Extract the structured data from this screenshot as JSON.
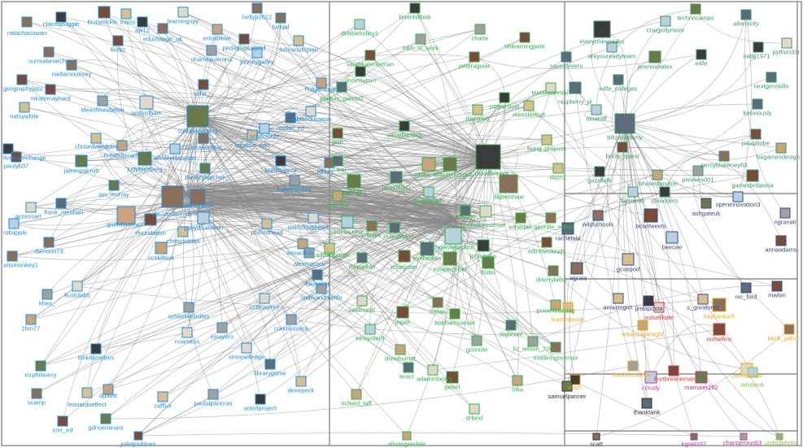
{
  "colors": {
    "edge": "#8a8a8a",
    "frame": "#777777",
    "blue": "#1e90e0",
    "green": "#2db34a",
    "teal": "#3a9a6a",
    "navy": "#3a4a8a",
    "orange": "#f0a820",
    "red": "#e03a3a",
    "magenta": "#c63a9a",
    "lime": "#8cc63f",
    "dark": "#333333"
  },
  "groups": {
    "blue": {
      "color": "#1e90e0",
      "nodes": [
        "natashacowan",
        "claireqduggie",
        "louisetickle",
        "insiss",
        "aw12",
        "eduvistage_uk",
        "learningspy",
        "6urbz",
        "surrealanarchy",
        "nadiamounsey",
        "ericablove",
        "pedagogicalped",
        "hellyp2012",
        "tariqal",
        "humanutopian",
        "sharonaverona",
        "johnnygailey",
        "geographyjazz",
        "mkatemaynard",
        "ideasfoundation",
        "ianfordham",
        "natsywhite",
        "suha__",
        "hollydonagh",
        "cubitteducation",
        "restart_ed",
        "culturelearning",
        "educationfest",
        "schoolsnet",
        "creative_edu",
        "chrisedwardses",
        "firestarterarts",
        "wholeeducation",
        "livelearnchange",
        "paulyb37",
        "jamespdcroft",
        "judyfriedberg",
        "thelazyteacher",
        "breslingerry",
        "tdbury",
        "ian_murray",
        "kateandrews",
        "davidmiller_uk",
        "atemyschl",
        "accessart",
        "frank_meehan",
        "guardianteach",
        "rfoundation",
        "gabydisandolo",
        "chrispadden",
        "philredhead",
        "patricloughead",
        "robapple",
        "rbenson73",
        "ccskillsuk",
        "artsmonkey1",
        "annaclark",
        "alexmocork",
        "lukewest",
        "sparkandmettle",
        "ccblueprint",
        "kustolabs",
        "khes_",
        "zhm77",
        "schoolwebsites",
        "ejsayers",
        "noamkos",
        "conorcusack",
        "simonelledge",
        "timkilometres",
        "mrphilavery",
        "librarygame",
        "deeepeck",
        "scamp",
        "leonardoeffect",
        "dpavitt",
        "cafflux",
        "paulstpancras",
        "astellproject",
        "cmr_ed",
        "gdnseminars",
        "jolietjonblues"
      ]
    },
    "green": {
      "color": "#2db34a",
      "nodes": [
        "bremhillbob",
        "debbieholley1",
        "mkh_at_work",
        "charte",
        "hhlearningpete",
        "sarahkatenorman",
        "peteraguiar",
        "drmmtatom",
        "joaquin_garcia2",
        "patparslow",
        "meesterkurt",
        "tristanashman",
        "manjee8",
        "jash",
        "stevebartonit",
        "fixing_projects",
        "icar",
        "mpknight",
        "tonyparkin",
        "adobe",
        "deputymitchell",
        "moodlemoot",
        "dajbelshaw",
        "dazn1",
        "josepicardo",
        "vjsawyer",
        "chrisgr",
        "sophiebessemer",
        "asherjac",
        "geordie_online",
        "jamesrcross",
        "fboss",
        "maestrolus",
        "adriancamm",
        "creativeducator",
        "johnmayo",
        "edintheclouds",
        "msparkan",
        "ictregister",
        "eyebeams",
        "eylanezekiel",
        "lisibo",
        "drterrylamb",
        "cosmocat",
        "joga5",
        "tricias",
        "bobharrisonset",
        "dajbconf",
        "kempsterd",
        "gconole",
        "liz_wilson_220",
        "moderngovernor",
        "drewburrett",
        "tesict",
        "adammcevoy",
        "petert",
        "trilia",
        "richard_taff",
        "drbexl",
        "alisongeedale",
        "powerlearning"
      ]
    },
    "teal": {
      "color": "#3a9a6a",
      "nodes": [
        "technocamps",
        "alternicity",
        "craigjollymore",
        "everyonespeaks",
        "areyoureadyteam",
        "savecareers",
        "jeremiahalex",
        "e4fe",
        "python33r",
        "natlg1971",
        "nextgenskills",
        "raspberry_pi",
        "e4fe_colleges",
        "ninacliff",
        "blitzacademy",
        "knoxiously",
        "jskaphobe",
        "booty_quest",
        "bagamesdesign",
        "percyblakeney63",
        "gazellefe",
        "drhelenboulton",
        "preeves001",
        "gamesbritannia",
        "fatconan",
        "cbrodders"
      ]
    },
    "navy": {
      "color": "#3a4a8a",
      "nodes": [
        "ashgateuk",
        "openinnovation3",
        "ngranati",
        "wildschools",
        "bcsetweets",
        "rachelala",
        "beecee",
        "annaadams",
        "gcsepod",
        "egraia",
        "amazingict",
        "jimlaposta",
        "s_greatorex",
        "nic_ford",
        "mwlon"
      ]
    },
    "orange": {
      "color": "#f0a820",
      "nodes": [
        "leasterbrook",
        "kayhankarli",
        "rebeccapknight",
        "berik_yalcin",
        "francescarope",
        "zehradoruk",
        "ooch"
      ]
    },
    "red": {
      "color": "#e03a3a",
      "nodes": [
        "outsellkate",
        "outsellinc",
        "kurtbrenneman"
      ]
    },
    "magenta": {
      "color": "#c63a9a",
      "nodes": [
        "ccrudy",
        "mamaier262",
        "kgoetz97",
        "changerous63"
      ]
    },
    "lime": {
      "color": "#8cc63f",
      "nodes": [
        "adobeuk",
        "unitedphoto"
      ]
    },
    "dark": {
      "color": "#333333",
      "nodes": [
        "samueljtanner",
        "thanktank",
        "scatt"
      ]
    }
  }
}
